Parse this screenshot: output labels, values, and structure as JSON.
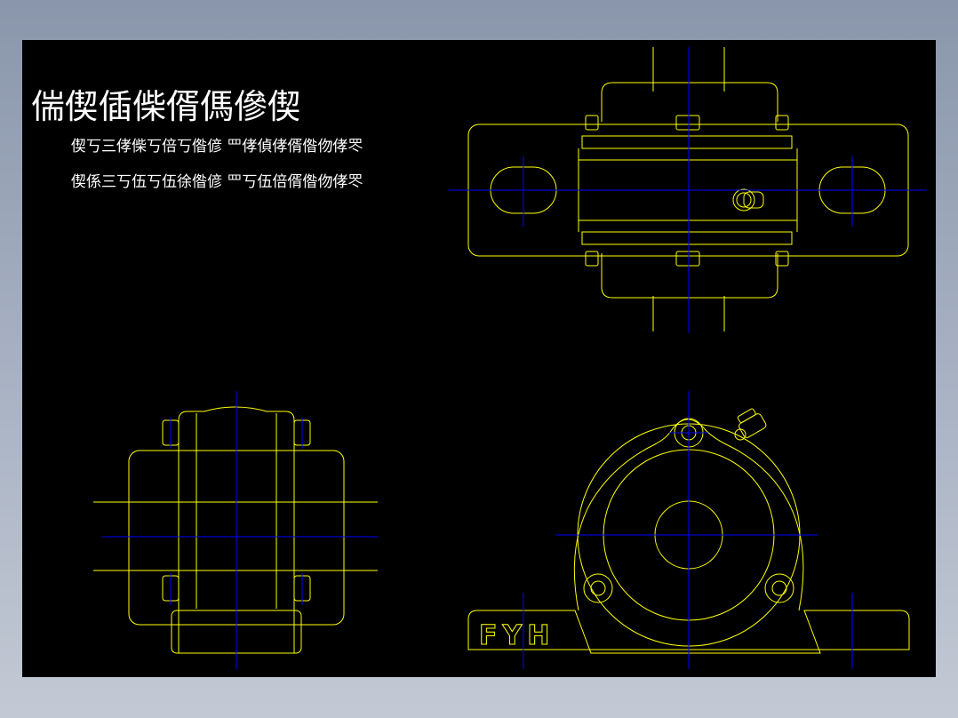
{
  "drawing": {
    "title": "偳偰偛偨偦傌傪偰",
    "notes": [
      "偰丂三侾偨丂倍丂偺偐 罒侾偵侾偦偺伆侾罖",
      "偰係三丂伍丂伍徐偺偐 罒丂伍倍偦偺伆侾罖"
    ],
    "housing_marking": "FYH"
  },
  "colors": {
    "background": "#000000",
    "geometry": "#ffff00",
    "center_lines": "#0000ff",
    "text": "#ffffff"
  }
}
